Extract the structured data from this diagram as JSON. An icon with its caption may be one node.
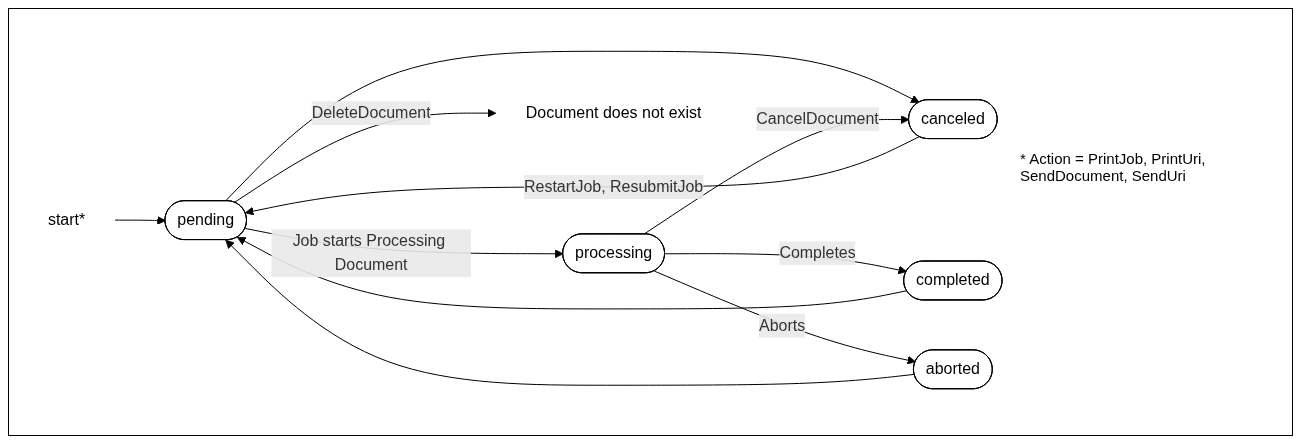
{
  "diagram": {
    "nodes": [
      {
        "text": [
          "pending"
        ]
      },
      {
        "text": [
          "processing"
        ]
      },
      {
        "text": [
          "canceled"
        ]
      },
      {
        "text": [
          "completed"
        ]
      },
      {
        "text": [
          "aborted"
        ]
      },
      {
        "text": [
          "Document does not exist"
        ]
      },
      {
        "text": [
          "start*"
        ]
      }
    ],
    "edges": [
      {
        "from": 0,
        "to": 2,
        "arrow": "to"
      },
      {
        "from": 0,
        "to": 1,
        "label": "Job starts Processing Document",
        "arrow": "to"
      },
      {
        "from": 1,
        "to": 2,
        "label": "CancelDocument",
        "arrow": "to"
      },
      {
        "from": 1,
        "to": 3,
        "label": "Completes",
        "arrow": "to"
      },
      {
        "from": 1,
        "to": 4,
        "label": "Aborts",
        "arrow": "to"
      },
      {
        "from": 0,
        "to": 5,
        "label": "DeleteDocument",
        "arrow": "to"
      },
      {
        "from": 6,
        "to": 0,
        "arrow": "to"
      },
      {
        "from": 2,
        "to": 0,
        "label": "RestartJob, ResubmitJob",
        "arrow": "to"
      },
      {
        "from": 3,
        "to": 0,
        "arrow": "to"
      },
      {
        "from": 4,
        "to": 0,
        "arrow": "to"
      }
    ],
    "labels": [
      "* Action = PrintJob, PrintUri, SendDocument, SendUri"
    ]
  }
}
